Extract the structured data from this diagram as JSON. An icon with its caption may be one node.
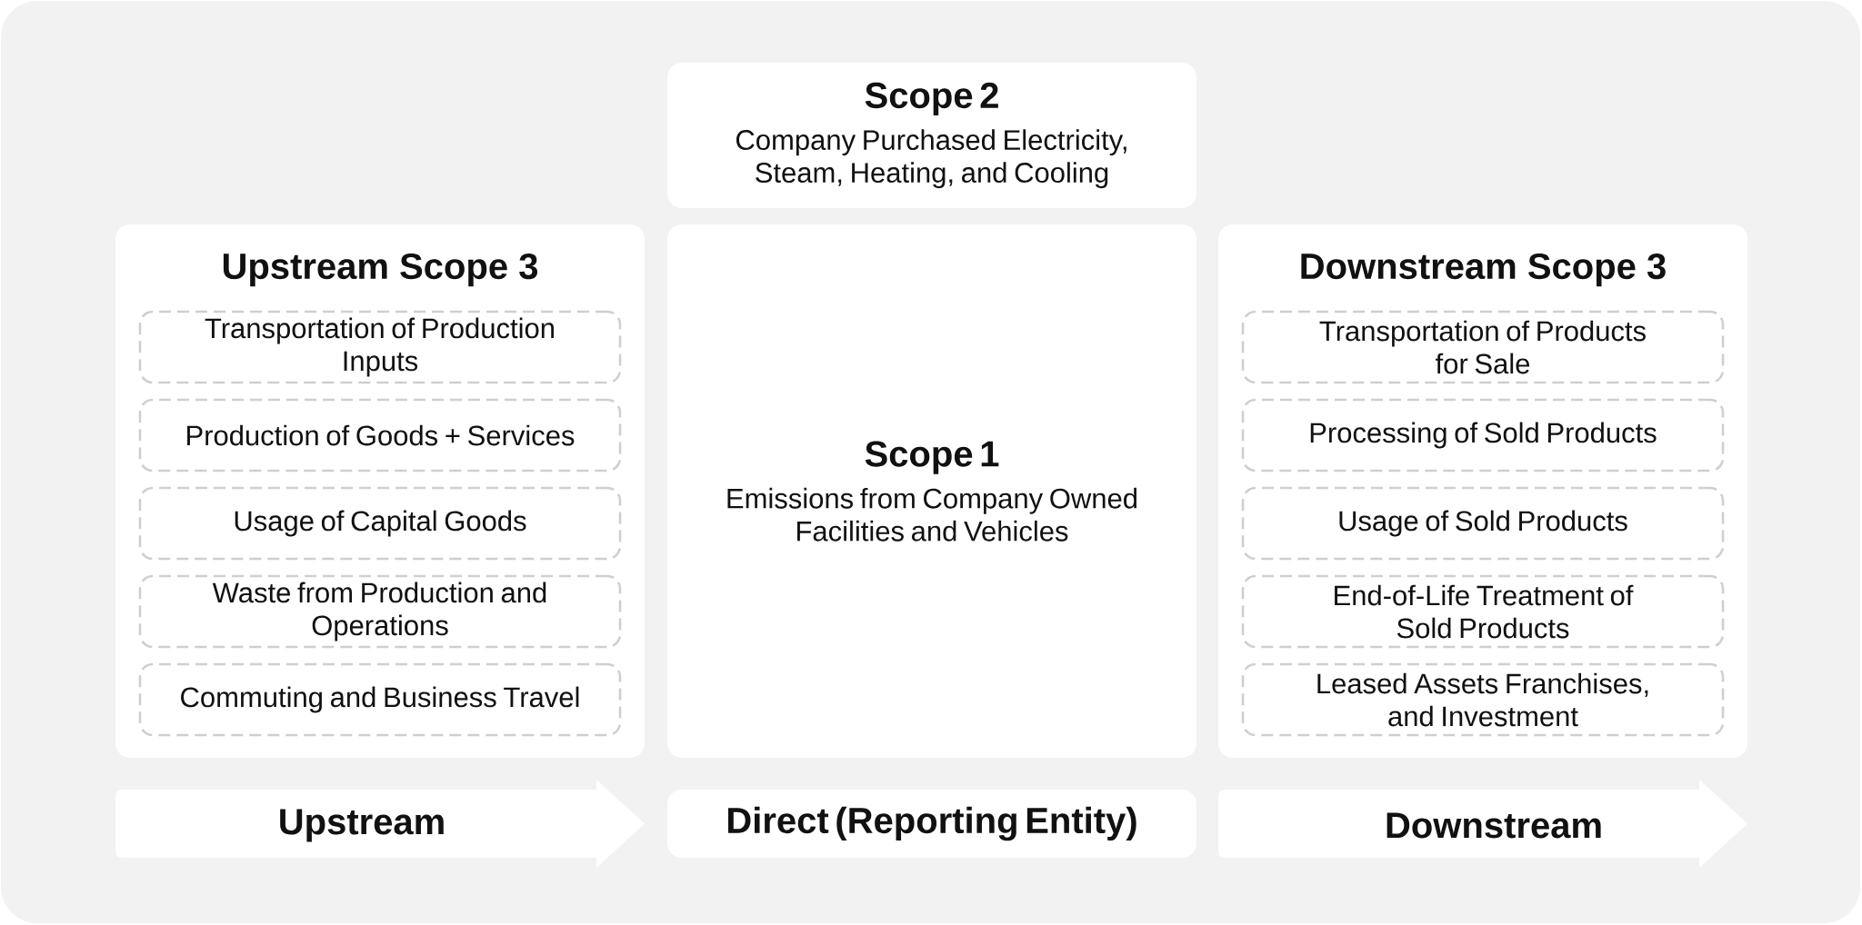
{
  "diagram": {
    "nodes": [
      {
        "text": [
          "Scope 2",
          "Company Purchased Electricity, Steam, Heating, and Cooling"
        ]
      },
      {
        "text": [
          "Upstream Scope 3"
        ]
      },
      {
        "text": [
          "Transportation of Production Inputs"
        ],
        "in": 1
      },
      {
        "text": [
          "Production of Goods + Services"
        ],
        "in": 1
      },
      {
        "text": [
          "Usage of Capital Goods"
        ],
        "in": 1
      },
      {
        "text": [
          "Waste from Production and Operations"
        ],
        "in": 1
      },
      {
        "text": [
          "Commuting and Business Travel"
        ],
        "in": 1
      },
      {
        "text": [
          "Scope 1",
          "Emissions from Company Owned Facilities and Vehicles"
        ]
      },
      {
        "text": [
          "Downstream Scope 3"
        ]
      },
      {
        "text": [
          "Transportation of Products for Sale"
        ],
        "in": 8
      },
      {
        "text": [
          "Processing of Sold Products"
        ],
        "in": 8
      },
      {
        "text": [
          "Usage of Sold Products"
        ],
        "in": 8
      },
      {
        "text": [
          "End-of-Life Treatment of Sold Products"
        ],
        "in": 8
      },
      {
        "text": [
          "Leased Assets Franchises, and Investment"
        ],
        "in": 8
      },
      {
        "text": [
          "Upstream"
        ]
      },
      {
        "text": [
          "Direct (Reporting Entity)"
        ]
      },
      {
        "text": [
          "Downstream"
        ]
      }
    ]
  }
}
